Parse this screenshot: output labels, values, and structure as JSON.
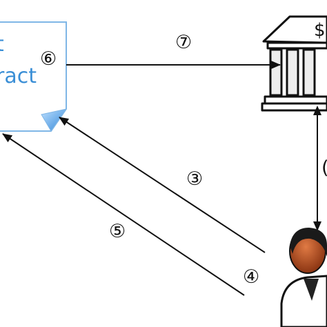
{
  "document": {
    "line1": "t",
    "line2": "ract"
  },
  "steps": {
    "s3": "③",
    "s4": "④",
    "s5": "⑤",
    "s6": "⑥",
    "s7": "⑦",
    "s_partial": "("
  },
  "colors": {
    "doc_border": "#7fb6e6",
    "doc_text": "#3b8fd6",
    "arrow": "#111111",
    "user_face": "#c85a2a"
  },
  "icons": [
    "contract-document-icon",
    "bank-icon",
    "user-icon"
  ]
}
